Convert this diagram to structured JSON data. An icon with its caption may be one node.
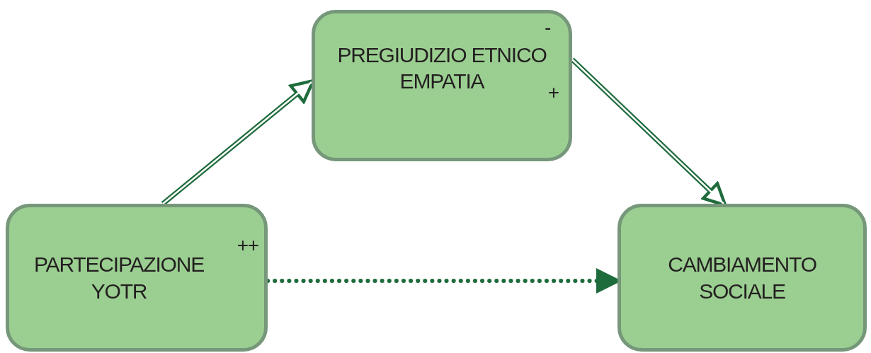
{
  "diagram": {
    "nodes": [
      {
        "text": [
          "PARTECIPAZIONE YOTR",
          "++"
        ]
      },
      {
        "text": [
          "-",
          "PREGIUDIZIO ETNICO",
          "EMPATIA",
          "+"
        ]
      },
      {
        "text": [
          "CAMBIAMENTO SOCIALE"
        ]
      }
    ],
    "edges": [
      {
        "from": 0,
        "to": 1,
        "arrow": "to"
      },
      {
        "from": 1,
        "to": 2,
        "arrow": "to"
      },
      {
        "from": 0,
        "to": 2,
        "arrow": "to",
        "style": "dashed"
      }
    ]
  }
}
